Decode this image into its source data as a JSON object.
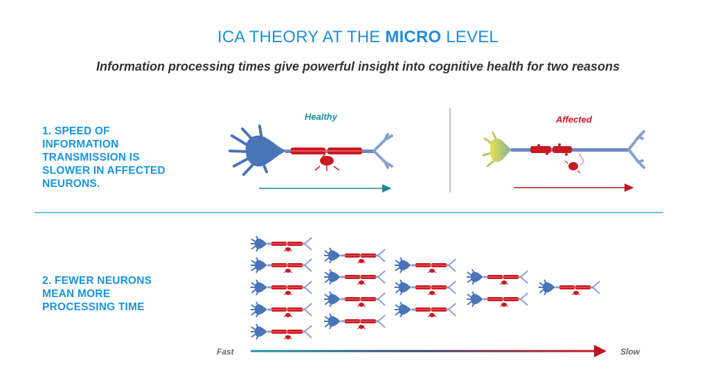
{
  "header": {
    "title_prefix": "ICA THEORY AT THE ",
    "title_emphasis": "MICRO",
    "title_suffix": " LEVEL",
    "subtitle": "Information processing times give powerful insight into cognitive health for two reasons"
  },
  "reasons": [
    {
      "text": "1. SPEED OF\nINFORMATION\nTRANSMISSION IS\nSLOWER IN AFFECTED\nNEURONS."
    },
    {
      "text": "2. FEWER NEURONS\nMEAN MORE\nPROCESSING TIME"
    }
  ],
  "panel1": {
    "healthy_label": "Healthy",
    "affected_label": "Affected"
  },
  "panel2": {
    "fast_label": "Fast",
    "slow_label": "Slow",
    "neuron_columns": [
      5,
      4,
      3,
      2,
      1
    ]
  },
  "colors": {
    "title_blue": "#1d8fd8",
    "reason_blue": "#1a95de",
    "neuron_blue": "#4a74b8",
    "myelin_red": "#c91a22",
    "healthy_teal": "#1a8a96",
    "affected_red": "#d0161f",
    "divider_teal": "#3bb0c9"
  }
}
